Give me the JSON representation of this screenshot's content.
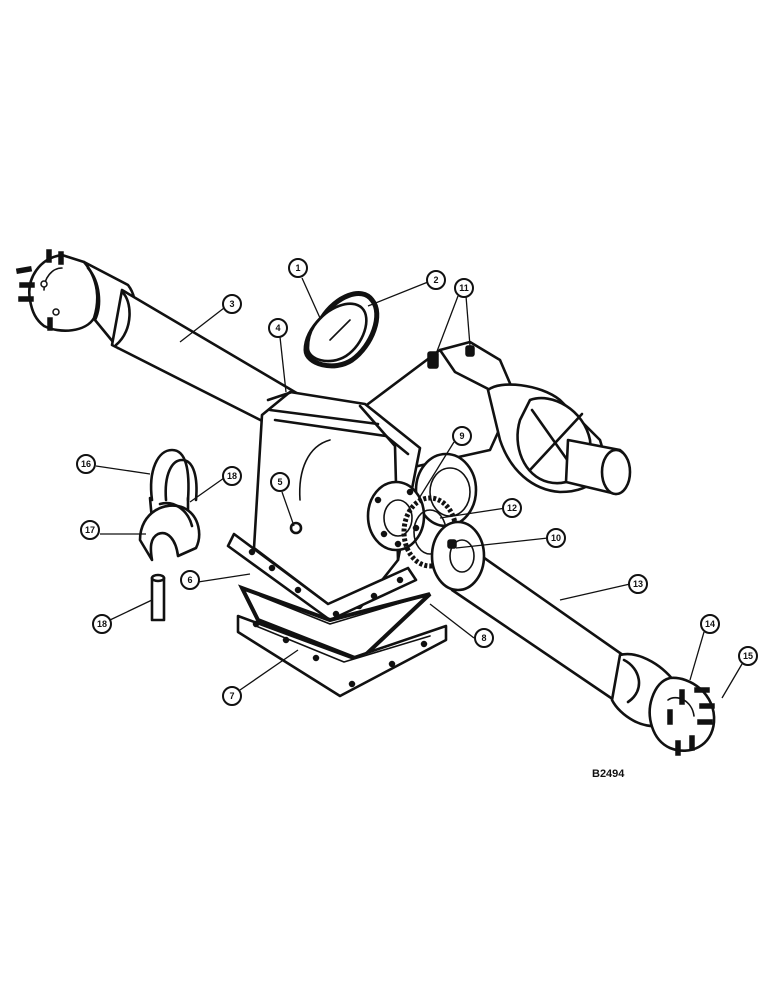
{
  "figure": {
    "code": "B2494",
    "callouts": [
      {
        "id": "c1",
        "label": "1"
      },
      {
        "id": "c2",
        "label": "2"
      },
      {
        "id": "c3",
        "label": "3"
      },
      {
        "id": "c4",
        "label": "4"
      },
      {
        "id": "c5",
        "label": "5"
      },
      {
        "id": "c6",
        "label": "6"
      },
      {
        "id": "c7",
        "label": "7"
      },
      {
        "id": "c8",
        "label": "8"
      },
      {
        "id": "c9",
        "label": "9"
      },
      {
        "id": "c10",
        "label": "10"
      },
      {
        "id": "c11",
        "label": "11"
      },
      {
        "id": "c12",
        "label": "12"
      },
      {
        "id": "c13",
        "label": "13"
      },
      {
        "id": "c14",
        "label": "14"
      },
      {
        "id": "c15",
        "label": "15"
      },
      {
        "id": "c16",
        "label": "16"
      },
      {
        "id": "c17",
        "label": "17"
      },
      {
        "id": "c18a",
        "label": "18"
      },
      {
        "id": "c18b",
        "label": "18"
      }
    ]
  }
}
